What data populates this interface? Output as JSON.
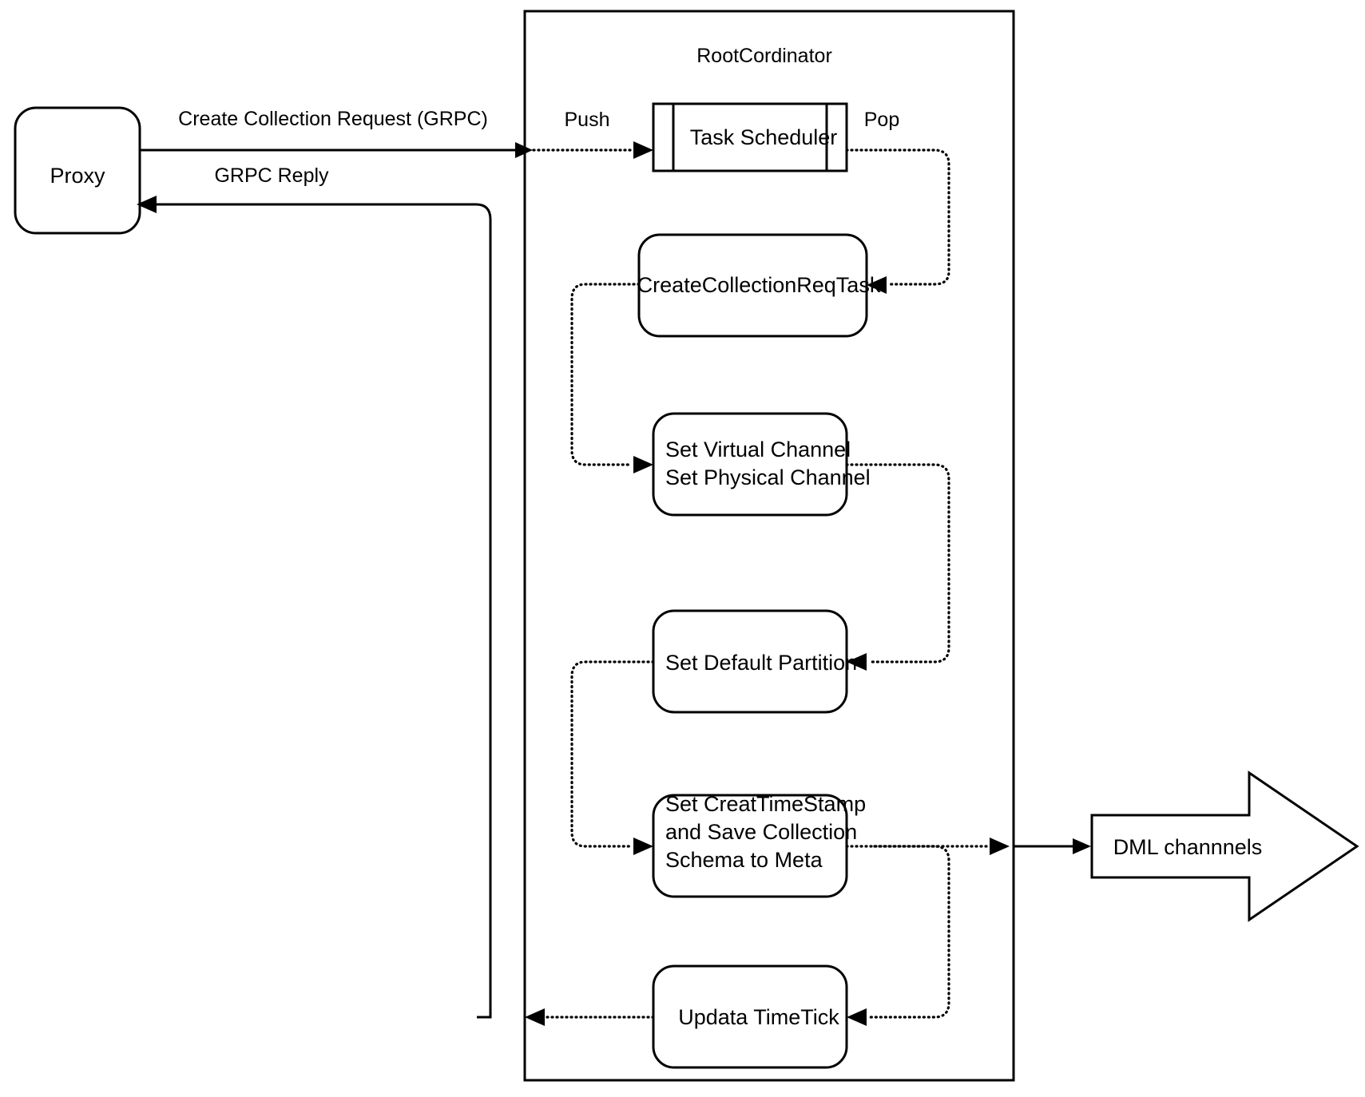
{
  "diagram": {
    "title": "RootCordinator",
    "nodes": {
      "proxy": {
        "label": "Proxy"
      },
      "task_scheduler": {
        "label": "Task Scheduler"
      },
      "create_collection_req_task": {
        "label": "CreateCollectionReqTask"
      },
      "set_channel": {
        "line1": "Set Virtual Channel",
        "line2": "Set Physical Channel"
      },
      "set_default_partition": {
        "label": "Set Default Partition"
      },
      "set_create_timestamp": {
        "line1": "Set CreatTimeStamp",
        "line2": "and Save Collection",
        "line3": "Schema to Meta"
      },
      "update_timetick": {
        "label": "Updata TimeTick"
      },
      "dml_channels": {
        "label": "DML channnels"
      }
    },
    "edges": {
      "create_collection_request": {
        "label": "Create Collection Request (GRPC)"
      },
      "grpc_reply": {
        "label": "GRPC Reply"
      },
      "push": {
        "label": "Push"
      },
      "pop": {
        "label": "Pop"
      }
    },
    "colors": {
      "stroke": "#000000",
      "fill": "#ffffff",
      "background": "#ffffff"
    }
  }
}
